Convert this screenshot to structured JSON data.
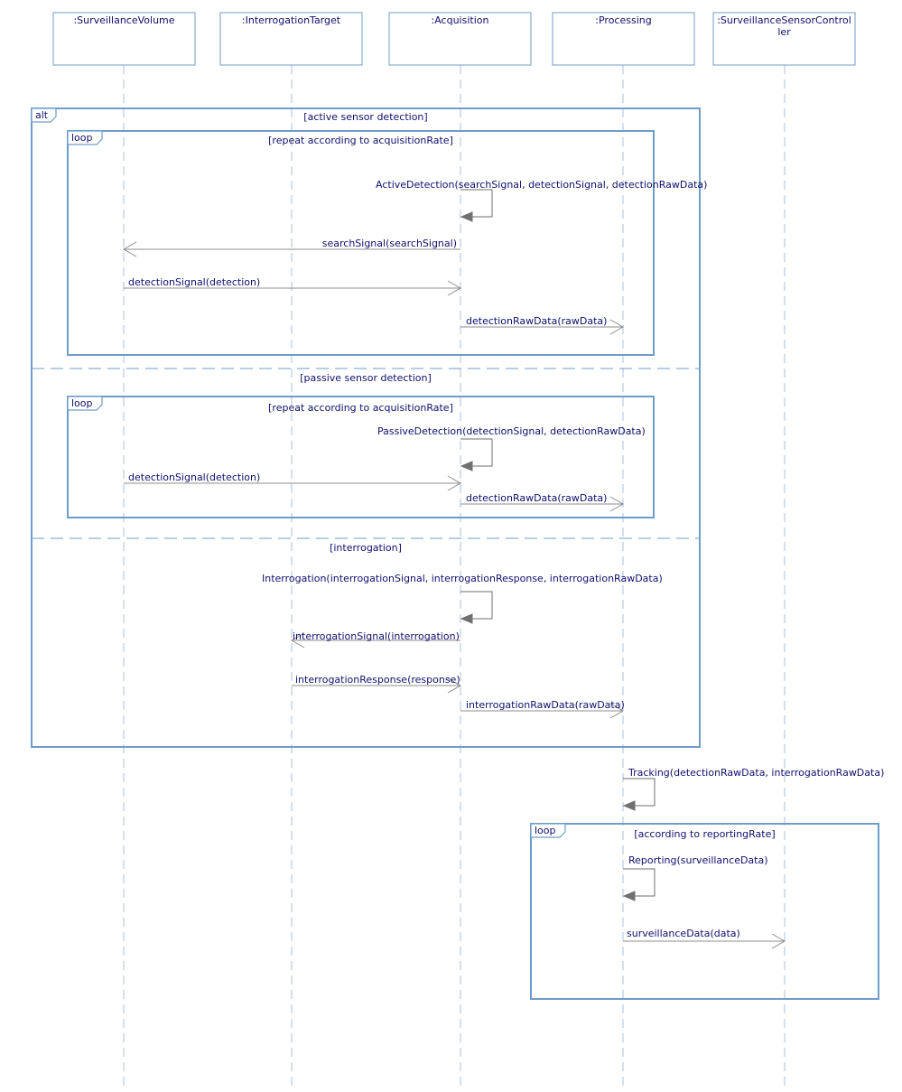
{
  "lifelines": [
    {
      "id": "surveillance-volume",
      "label": ":SurveillanceVolume",
      "label_lines": [
        ":SurveillanceVolume"
      ]
    },
    {
      "id": "interrogation-target",
      "label": ":InterrogationTarget",
      "label_lines": [
        ":InterrogationTarget"
      ]
    },
    {
      "id": "acquisition",
      "label": ":Acquisition",
      "label_lines": [
        ":Acquisition"
      ]
    },
    {
      "id": "processing",
      "label": ":Processing",
      "label_lines": [
        ":Processing"
      ]
    },
    {
      "id": "surveillance-sensor-controller",
      "label": ":SurveillanceSensorControler",
      "label_lines": [
        ":SurveillanceSensorControl",
        "ler"
      ]
    }
  ],
  "frames": [
    {
      "id": "alt-frame",
      "operator": "alt",
      "guards": [
        "[active sensor detection]",
        "[passive sensor detection]",
        "[interrogation]"
      ]
    },
    {
      "id": "loop-frame-active",
      "operator": "loop",
      "guard": "[repeat according to acquisitionRate]"
    },
    {
      "id": "loop-frame-passive",
      "operator": "loop",
      "guard": "[repeat according to acquisitionRate]"
    },
    {
      "id": "loop-frame-reporting",
      "operator": "loop",
      "guard": "[according to reportingRate]"
    }
  ],
  "messages": [
    {
      "id": "active-detection",
      "kind": "self",
      "from": "acquisition",
      "to": "acquisition",
      "label": "ActiveDetection(searchSignal, detectionSignal, detectionRawData)"
    },
    {
      "id": "search-signal",
      "kind": "async",
      "from": "acquisition",
      "to": "surveillance-volume",
      "label": "searchSignal(searchSignal)"
    },
    {
      "id": "detection-signal-active",
      "kind": "async",
      "from": "surveillance-volume",
      "to": "acquisition",
      "label": "detectionSignal(detection)"
    },
    {
      "id": "detection-raw-data-active",
      "kind": "async",
      "from": "acquisition",
      "to": "processing",
      "label": "detectionRawData(rawData)"
    },
    {
      "id": "passive-detection",
      "kind": "self",
      "from": "acquisition",
      "to": "acquisition",
      "label": "PassiveDetection(detectionSignal, detectionRawData)"
    },
    {
      "id": "detection-signal-passive",
      "kind": "async",
      "from": "surveillance-volume",
      "to": "acquisition",
      "label": "detectionSignal(detection)"
    },
    {
      "id": "detection-raw-data-passive",
      "kind": "async",
      "from": "acquisition",
      "to": "processing",
      "label": "detectionRawData(rawData)"
    },
    {
      "id": "interrogation",
      "kind": "self",
      "from": "acquisition",
      "to": "acquisition",
      "label": "Interrogation(interrogationSignal, interrogationResponse, interrogationRawData)"
    },
    {
      "id": "interrogation-signal",
      "kind": "async",
      "from": "acquisition",
      "to": "interrogation-target",
      "label": "interrogationSignal(interrogation)"
    },
    {
      "id": "interrogation-response",
      "kind": "async",
      "from": "interrogation-target",
      "to": "acquisition",
      "label": "interrogationResponse(response)"
    },
    {
      "id": "interrogation-raw-data",
      "kind": "async",
      "from": "acquisition",
      "to": "processing",
      "label": "interrogationRawData(rawData)"
    },
    {
      "id": "tracking",
      "kind": "self",
      "from": "processing",
      "to": "processing",
      "label": "Tracking(detectionRawData, interrogationRawData)"
    },
    {
      "id": "reporting",
      "kind": "self",
      "from": "processing",
      "to": "processing",
      "label": "Reporting(surveillanceData)"
    },
    {
      "id": "surveillance-data",
      "kind": "async",
      "from": "processing",
      "to": "surveillance-sensor-controller",
      "label": "surveillanceData(data)"
    }
  ]
}
